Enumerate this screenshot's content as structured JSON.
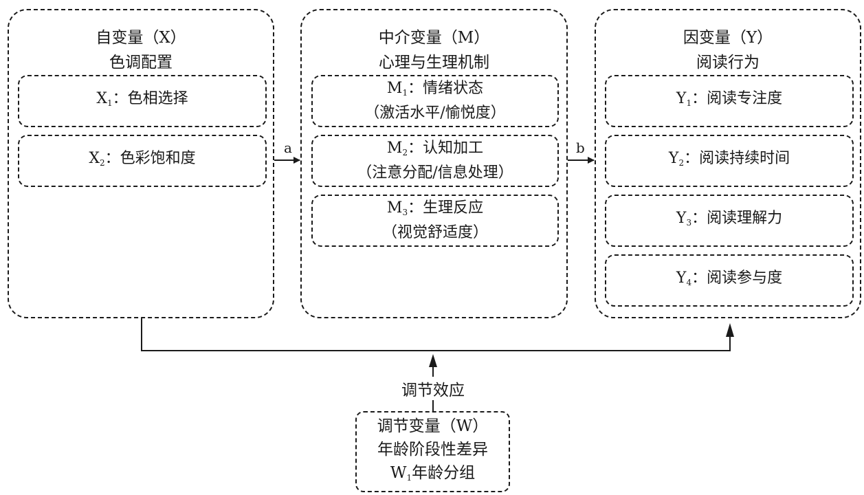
{
  "x_group": {
    "title": "自变量（X）",
    "subtitle": "色调配置",
    "items": [
      {
        "sym": "X",
        "sub": "1",
        "text": "：色相选择"
      },
      {
        "sym": "X",
        "sub": "2",
        "text": "：色彩饱和度"
      }
    ]
  },
  "m_group": {
    "title": "中介变量（M）",
    "subtitle": "心理与生理机制",
    "items": [
      {
        "sym": "M",
        "sub": "1",
        "text": "：情绪状态",
        "detail": "（激活水平/愉悦度）"
      },
      {
        "sym": "M",
        "sub": "2",
        "text": "：认知加工",
        "detail": "（注意分配/信息处理）"
      },
      {
        "sym": "M",
        "sub": "3",
        "text": "：生理反应",
        "detail": "（视觉舒适度）"
      }
    ]
  },
  "y_group": {
    "title": "因变量（Y）",
    "subtitle": "阅读行为",
    "items": [
      {
        "sym": "Y",
        "sub": "1",
        "text": "：阅读专注度"
      },
      {
        "sym": "Y",
        "sub": "2",
        "text": "：阅读持续时间"
      },
      {
        "sym": "Y",
        "sub": "3",
        "text": "：阅读理解力"
      },
      {
        "sym": "Y",
        "sub": "4",
        "text": "：阅读参与度"
      }
    ]
  },
  "paths": {
    "a_label": "a",
    "b_label": "b",
    "moderation_label": "调节效应"
  },
  "w_group": {
    "line1": "调节变量（W）",
    "line2": "年龄阶段性差异",
    "sym": "W",
    "sub": "1",
    "line3_text": "年龄分组"
  }
}
